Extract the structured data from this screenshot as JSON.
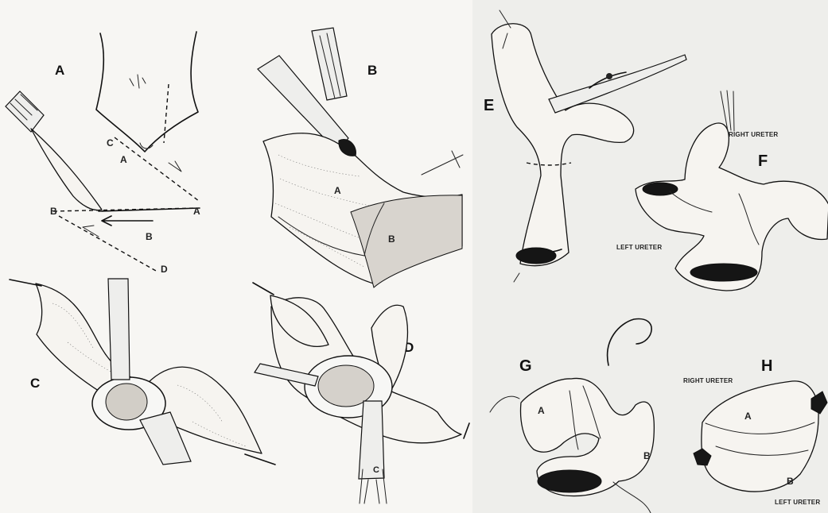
{
  "labels": {
    "panel_A": "A",
    "panel_B": "B",
    "panel_C": "C",
    "panel_D": "D",
    "panel_E": "E",
    "panel_F": "F",
    "panel_G": "G",
    "panel_H": "H",
    "a_region": "A",
    "b_region": "B",
    "c_point": "C",
    "a_prime": "A",
    "b_prime": "B",
    "d_prime": "D",
    "b_tissue_a": "A",
    "b_tissue_b": "B",
    "d_clamp_c": "C",
    "g_a": "A",
    "g_b": "B",
    "h_a": "A",
    "h_b": "B",
    "right_ureter_f": "RIGHT URETER",
    "left_ureter_f": "LEFT URETER",
    "right_ureter_h": "RIGHT URETER",
    "left_ureter_h": "LEFT URETER"
  },
  "colors": {
    "ink": "#111111",
    "paper_left": "#f7f6f3",
    "paper_right": "#eeeeeb"
  }
}
